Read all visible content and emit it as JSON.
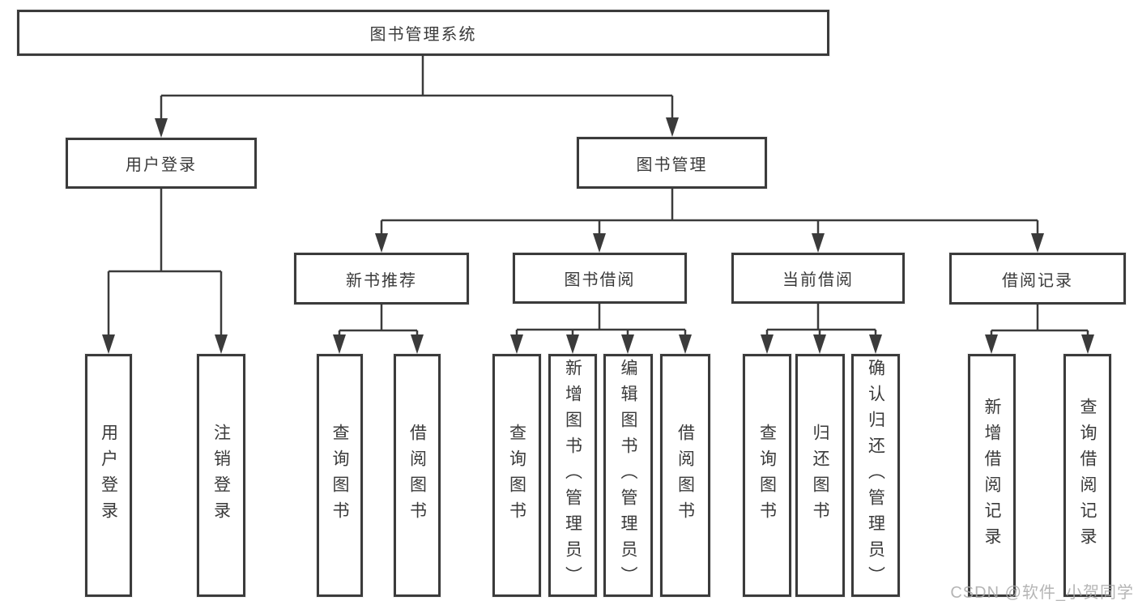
{
  "root": {
    "label": "图书管理系统"
  },
  "branches": {
    "login": {
      "label": "用户登录",
      "children": [
        {
          "label": "用户登录"
        },
        {
          "label": "注销登录"
        }
      ]
    },
    "management": {
      "label": "图书管理",
      "sections": [
        {
          "label": "新书推荐",
          "children": [
            {
              "label": "查询图书"
            },
            {
              "label": "借阅图书"
            }
          ]
        },
        {
          "label": "图书借阅",
          "children": [
            {
              "label": "查询图书"
            },
            {
              "label": "新增图书（管理员）"
            },
            {
              "label": "编辑图书（管理员）"
            },
            {
              "label": "借阅图书"
            }
          ]
        },
        {
          "label": "当前借阅",
          "children": [
            {
              "label": "查询图书"
            },
            {
              "label": "归还图书"
            },
            {
              "label": "确认归还（管理员）"
            }
          ]
        },
        {
          "label": "借阅记录",
          "children": [
            {
              "label": "新增借阅记录"
            },
            {
              "label": "查询借阅记录"
            }
          ]
        }
      ]
    }
  },
  "watermark": {
    "text": "CSDN @软件_小贺同学"
  },
  "colors": {
    "line": "#3b3b3b",
    "text": "#3a3a3a",
    "background": "#ffffff",
    "watermark": "#a8a8a8"
  }
}
